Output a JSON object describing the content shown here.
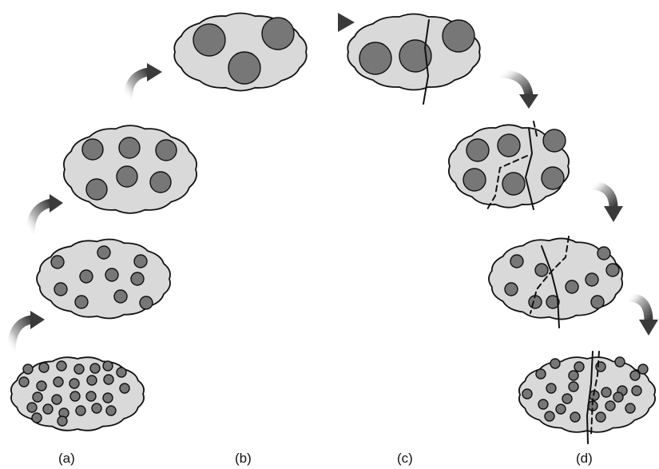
{
  "labels": {
    "a": "(a)",
    "b": "(b)",
    "c": "(c)",
    "d": "(d)"
  },
  "colors": {
    "blob_fill": "#d9d9d9",
    "particle_fill": "#777777",
    "outline": "#111111",
    "arrow_dark": "#3a3a3a"
  }
}
